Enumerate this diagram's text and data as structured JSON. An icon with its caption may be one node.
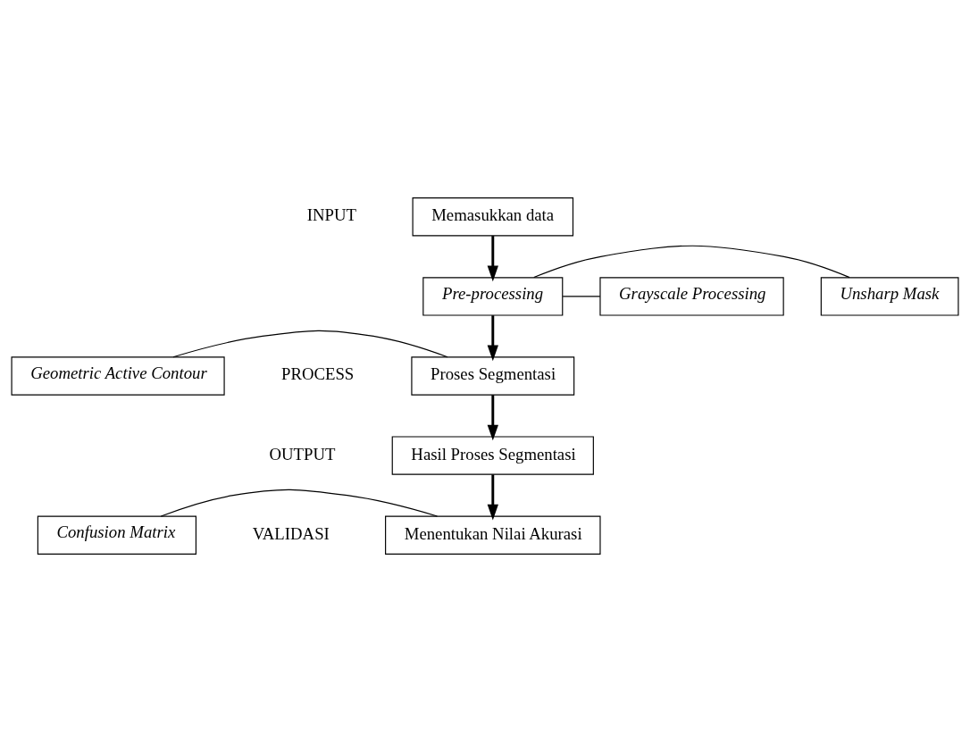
{
  "diagram": {
    "nodes": [
      {
        "text": [
          "Memasukkan data"
        ]
      },
      {
        "text": [
          "Pre-processing"
        ]
      },
      {
        "text": [
          "Grayscale Processing"
        ]
      },
      {
        "text": [
          "Unsharp Mask"
        ]
      },
      {
        "text": [
          "Proses Segmentasi"
        ]
      },
      {
        "text": [
          "Geometric Active Contour"
        ]
      },
      {
        "text": [
          "Hasil Proses Segmentasi"
        ]
      },
      {
        "text": [
          "Menentukan Nilai Akurasi"
        ]
      },
      {
        "text": [
          "Confusion Matrix"
        ]
      }
    ],
    "edges": [
      {
        "from": 0,
        "to": 1,
        "arrow": "to",
        "style": "thick"
      },
      {
        "from": 1,
        "to": 2,
        "arrow": "none"
      },
      {
        "from": 1,
        "to": 3,
        "arrow": "none"
      },
      {
        "from": 1,
        "to": 4,
        "arrow": "to",
        "style": "thick"
      },
      {
        "from": 4,
        "to": 5,
        "arrow": "none"
      },
      {
        "from": 4,
        "to": 6,
        "arrow": "to",
        "style": "thick"
      },
      {
        "from": 6,
        "to": 7,
        "arrow": "to",
        "style": "thick"
      },
      {
        "from": 7,
        "to": 8,
        "arrow": "none"
      }
    ],
    "labels": [
      "INPUT",
      "PROCESS",
      "OUTPUT",
      "VALIDASI"
    ]
  }
}
